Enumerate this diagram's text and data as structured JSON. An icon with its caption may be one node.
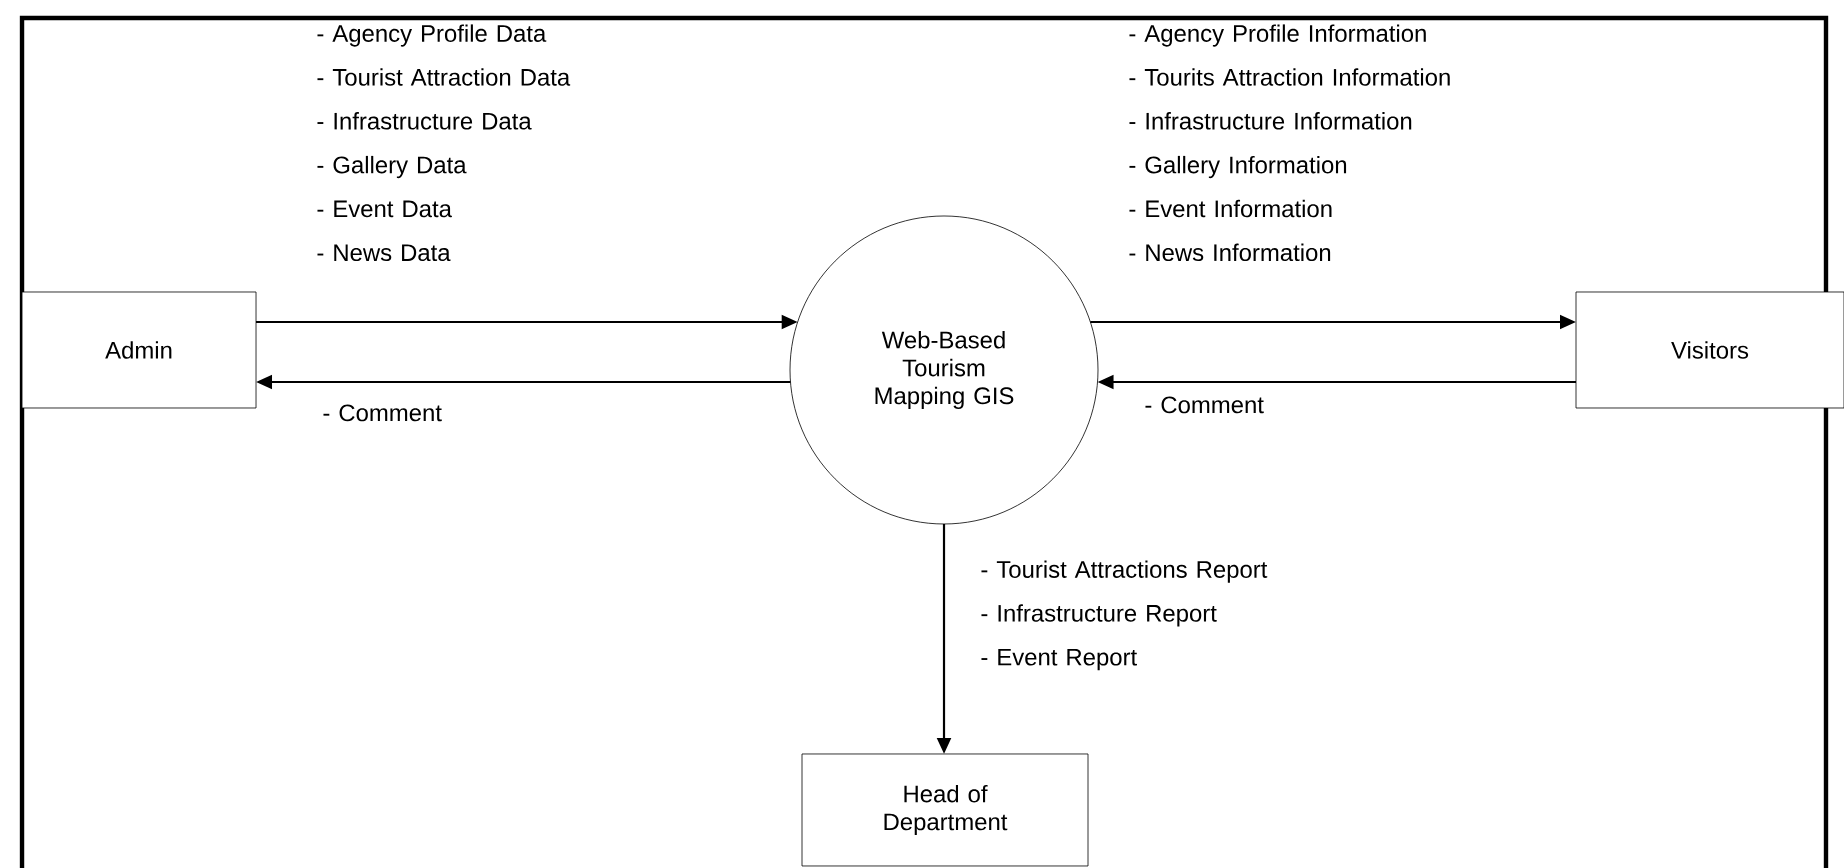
{
  "diagram": {
    "nodes": [
      {
        "text": [
          "Admin"
        ]
      },
      {
        "text": [
          "Web-Based Tourism Mapping GIS"
        ]
      },
      {
        "text": [
          "Visitors"
        ]
      },
      {
        "text": [
          "Head of Department"
        ]
      }
    ],
    "edges": [
      {
        "from": 0,
        "to": 1,
        "arrow": "to",
        "label": "- Agency Profile Data - Tourist Attraction Data - Infrastructure Data - Gallery Data - Event Data - News Data"
      },
      {
        "from": 1,
        "to": 0,
        "arrow": "to",
        "label": "- Comment"
      },
      {
        "from": 1,
        "to": 2,
        "arrow": "to",
        "label": "- Agency Profile Information - Tourits Attraction Information - Infrastructure Information - Gallery Information - Event Information - News Information"
      },
      {
        "from": 2,
        "to": 1,
        "arrow": "to",
        "label": "- Comment"
      },
      {
        "from": 1,
        "to": 3,
        "arrow": "to",
        "label": "- Tourist Attractions Report - Infrastructure Report - Event Report"
      }
    ]
  }
}
